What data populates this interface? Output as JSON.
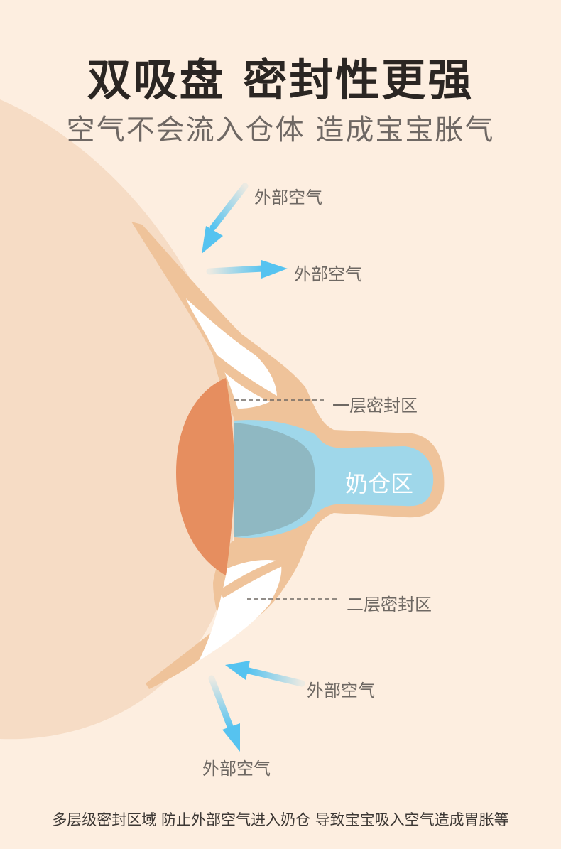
{
  "headline": {
    "title": "双吸盘 密封性更强",
    "subtitle": "空气不会流入仓体 造成宝宝胀气"
  },
  "diagram": {
    "air_labels": [
      "外部空气",
      "外部空气",
      "外部空气",
      "外部空气"
    ],
    "seal_layer_1": "一层密封区",
    "seal_layer_2": "二层密封区",
    "milk_chamber": "奶仓区"
  },
  "footer": {
    "caption": "多层级密封区域 防止外部空气进入奶仓 导致宝宝吸入空气造成胃胀等"
  },
  "colors": {
    "background": "#fdeee0",
    "breast": "#f6dcc5",
    "areola": "#e68e5f",
    "flange": "#efc39a",
    "chamber": "#9fd7ea",
    "arrow": "#56c3f0"
  }
}
